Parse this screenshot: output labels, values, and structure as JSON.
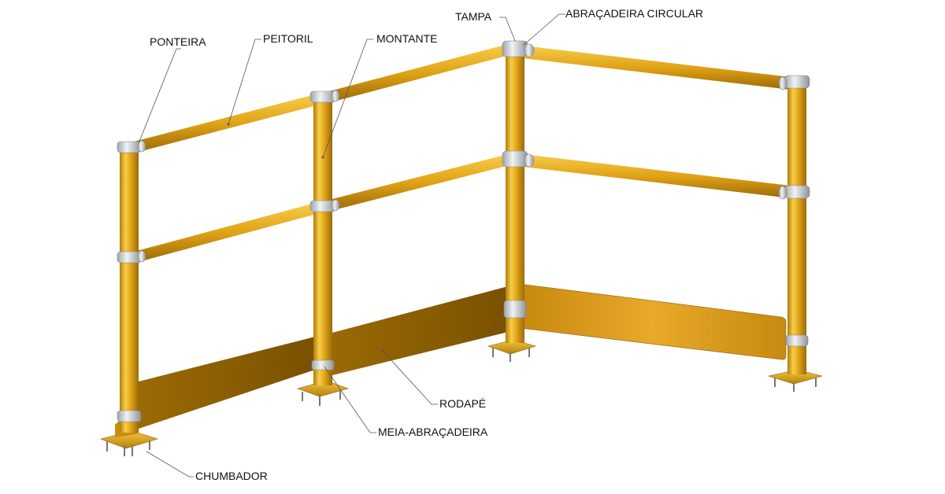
{
  "labels": {
    "ponteira": "PONTEIRA",
    "peitoril": "PEITORIL",
    "montante": "MONTANTE",
    "tampa": "TAMPA",
    "abracadeira_circular": "ABRAÇADEIRA CIRCULAR",
    "rodape": "RODAPÉ",
    "meia_abracadeira": "MEIA-ABRAÇADEIRA",
    "chumbador": "CHUMBADOR"
  },
  "colors": {
    "tube_light": "#f3c23a",
    "tube_mid": "#e0a216",
    "tube_dark": "#9a6a05",
    "toeboard_dark": "#7e5400",
    "toeboard_mid": "#b37a07",
    "toeboard_light": "#e9a92a",
    "clamp": "#d9dde0",
    "clamp_dark": "#8d9398"
  }
}
